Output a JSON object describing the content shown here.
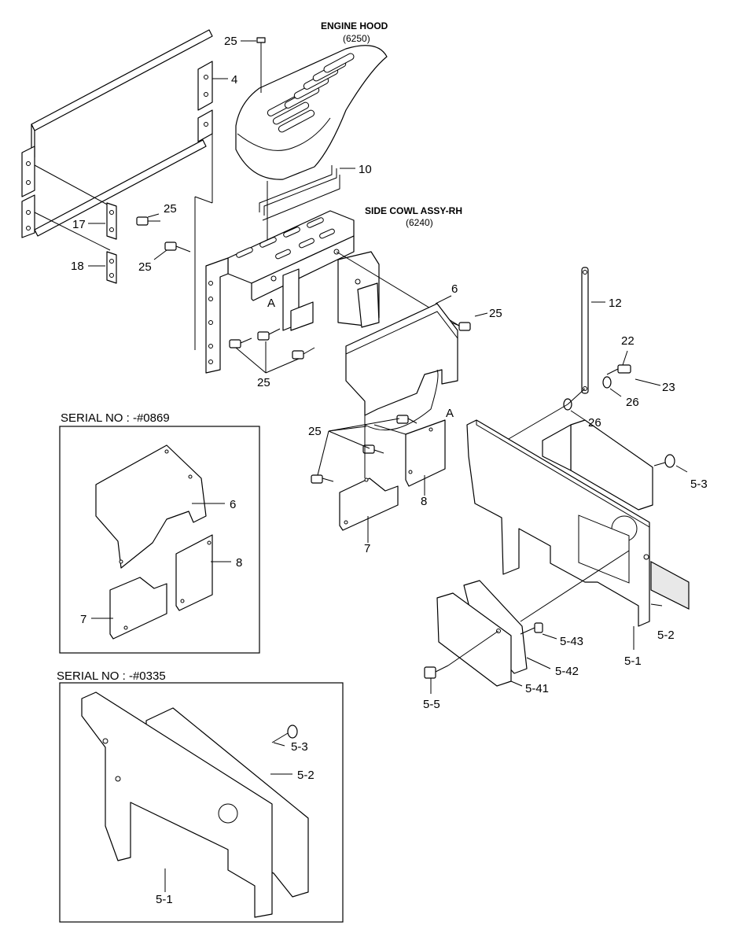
{
  "labels": {
    "engine_hood": "ENGINE HOOD",
    "engine_hood_code": "(6250)",
    "side_cowl": "SIDE COWL ASSY-RH",
    "side_cowl_code": "(6240)",
    "serial_a": "SERIAL NO : -#0869",
    "serial_b": "SERIAL NO : -#0335",
    "view_a": "A"
  },
  "callouts": {
    "p25": "25",
    "p4": "4",
    "p10": "10",
    "p17": "17",
    "p18": "18",
    "p6": "6",
    "p12": "12",
    "p22": "22",
    "p23": "23",
    "p26": "26",
    "p8": "8",
    "p7": "7",
    "p5_3": "5-3",
    "p5_2": "5-2",
    "p5_1": "5-1",
    "p5_43": "5-43",
    "p5_42": "5-42",
    "p5_41": "5-41",
    "p5_5": "5-5"
  }
}
